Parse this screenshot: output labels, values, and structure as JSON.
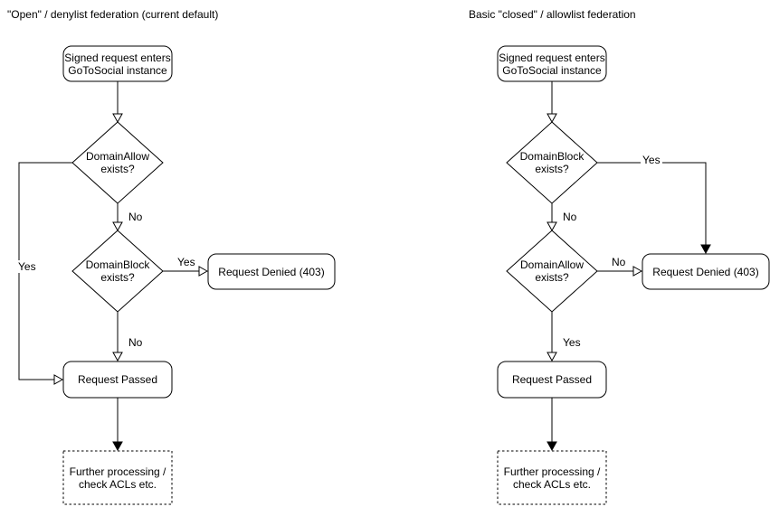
{
  "diagrams": [
    {
      "title": "\"Open\" / denylist federation (current default)",
      "nodes": {
        "start": [
          "Signed request enters",
          "GoToSocial instance"
        ],
        "decision1": [
          "DomainAllow",
          "exists?"
        ],
        "decision2": [
          "DomainBlock",
          "exists?"
        ],
        "denied": "Request Denied (403)",
        "passed": "Request Passed",
        "further": [
          "Further processing /",
          "check ACLs etc."
        ]
      },
      "edge_labels": {
        "decision1_yes": "Yes",
        "decision1_no": "No",
        "decision2_yes": "Yes",
        "decision2_no": "No"
      }
    },
    {
      "title": "Basic \"closed\" / allowlist federation",
      "nodes": {
        "start": [
          "Signed request enters",
          "GoToSocial instance"
        ],
        "decision1": [
          "DomainBlock",
          "exists?"
        ],
        "decision2": [
          "DomainAllow",
          "exists?"
        ],
        "denied": "Request Denied (403)",
        "passed": "Request Passed",
        "further": [
          "Further processing /",
          "check ACLs etc."
        ]
      },
      "edge_labels": {
        "decision1_yes": "Yes",
        "decision1_no": "No",
        "decision2_no": "No",
        "decision2_yes": "Yes"
      }
    }
  ],
  "colors": {
    "stroke": "#000000",
    "text": "#000000",
    "background": "#ffffff"
  }
}
